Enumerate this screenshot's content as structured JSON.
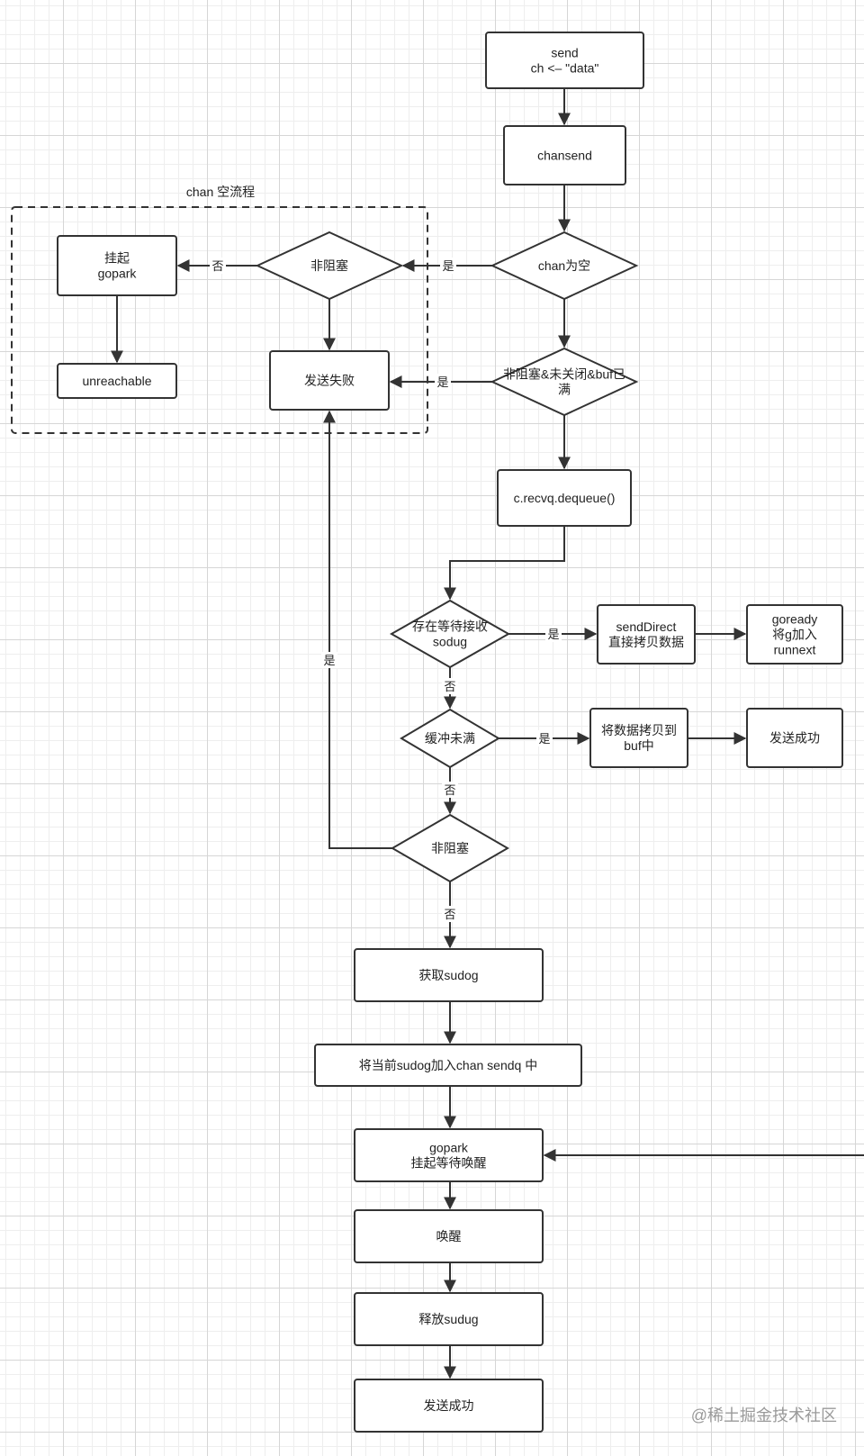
{
  "group": {
    "title": "chan 空流程"
  },
  "nodes": {
    "send": [
      "send",
      "ch <– \"data\""
    ],
    "chansend": [
      "chansend"
    ],
    "chan_nil": [
      "chan为空"
    ],
    "nonblock_top": [
      "非阻塞"
    ],
    "gopark_top": [
      "挂起",
      "gopark"
    ],
    "unreachable": [
      "unreachable"
    ],
    "send_fail": [
      "发送失败"
    ],
    "nonblock_closed_full": [
      "非阻塞&未关闭&buf已",
      "满"
    ],
    "dequeue": [
      "c.recvq.dequeue()"
    ],
    "has_receiver": [
      "存在等待接收",
      "sodug"
    ],
    "send_direct": [
      "sendDirect",
      "直接拷贝数据"
    ],
    "goready": [
      "goready",
      "将g加入",
      "runnext"
    ],
    "buf_not_full": [
      "缓冲未满"
    ],
    "copy_to_buf": [
      "将数据拷贝到",
      "buf中"
    ],
    "send_ok_1": [
      "发送成功"
    ],
    "nonblock_bottom": [
      "非阻塞"
    ],
    "get_sudog": [
      "获取sudog"
    ],
    "enqueue_sendq": [
      "将当前sudog加入chan sendq 中"
    ],
    "gopark_wait": [
      "gopark",
      "挂起等待唤醒"
    ],
    "wakeup": [
      "唤醒"
    ],
    "release_sudog": [
      "释放sudug"
    ],
    "send_ok_2": [
      "发送成功"
    ]
  },
  "edge_labels": {
    "yes": "是",
    "no": "否"
  },
  "watermark": "@稀土掘金技术社区"
}
